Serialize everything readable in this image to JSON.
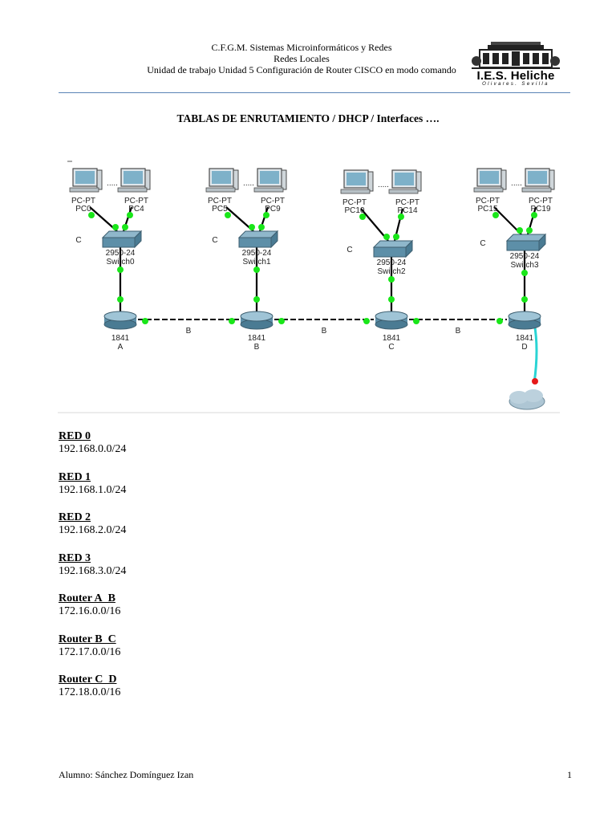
{
  "header": {
    "line1": "C.F.G.M. Sistemas Microinformáticos y Redes",
    "line2": "Redes Locales",
    "line3": "Unidad de trabajo Unidad 5 Configuración de Router CISCO en modo comando",
    "logo_text": "I.E.S. Heliche",
    "logo_sub": "Olivares. Sevilla"
  },
  "title": "TABLAS DE ENRUTAMIENTO / DHCP / Interfaces ….",
  "diagram": {
    "groups": [
      {
        "pc_left_type": "PC-PT",
        "pc_left": "PC0",
        "pc_right_type": "PC-PT",
        "pc_right": "PC4",
        "dots": ".....",
        "conn": "C",
        "switch_model": "2950-24",
        "switch": "Switch0",
        "router_model": "1841",
        "router": "A"
      },
      {
        "pc_left_type": "PC-PT",
        "pc_left": "PC5",
        "pc_right_type": "PC-PT",
        "pc_right": "PC9",
        "dots": ".....",
        "conn": "C",
        "switch_model": "2950-24",
        "switch": "Switch1",
        "router_model": "1841",
        "router": "B"
      },
      {
        "pc_left_type": "PC-PT",
        "pc_left": "PC10",
        "pc_right_type": "PC-PT",
        "pc_right": "PC14",
        "dots": ".....",
        "conn": "C",
        "switch_model": "2950-24",
        "switch": "Switch2",
        "router_model": "1841",
        "router": "C"
      },
      {
        "pc_left_type": "PC-PT",
        "pc_left": "PC15",
        "pc_right_type": "PC-PT",
        "pc_right": "PC19",
        "dots": ".....",
        "conn": "C",
        "switch_model": "2950-24",
        "switch": "Switch3",
        "router_model": "1841",
        "router": "D"
      }
    ],
    "links": [
      "B",
      "B",
      "B"
    ]
  },
  "networks": [
    {
      "name": "RED 0",
      "address": "192.168.0.0/24"
    },
    {
      "name": "RED 1",
      "address": "192.168.1.0/24"
    },
    {
      "name": "RED 2",
      "address": "192.168.2.0/24"
    },
    {
      "name": "RED 3",
      "address": "192.168.3.0/24"
    },
    {
      "name": "Router A_B",
      "address": "172.16.0.0/16"
    },
    {
      "name": "Router B_C",
      "address": "172.17.0.0/16"
    },
    {
      "name": "Router C_D",
      "address": "172.18.0.0/16"
    }
  ],
  "footer": {
    "student": "Alumno: Sánchez Domínguez Izan",
    "page": "1"
  },
  "colors": {
    "link_green": "#19e619",
    "rule_blue": "#5a84b6",
    "device_blue": "#5d8fa8",
    "cable_cyan": "#2ad4d4",
    "endpoint_red": "#e61919"
  }
}
